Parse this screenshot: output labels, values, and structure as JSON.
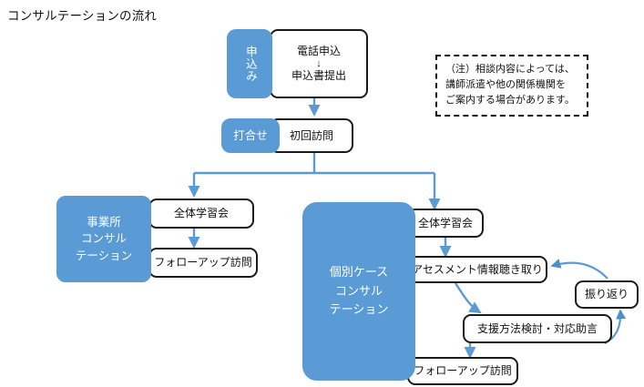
{
  "page": {
    "title": "コンサルテーションの流れ",
    "accent_blue": "#5B9BD5",
    "line_blue": "#5B9BD5",
    "box_border": "#1a1a1a"
  },
  "flow": {
    "application": {
      "tab_label": "申込み",
      "step_line1": "電話申込",
      "step_arrow": "↓",
      "step_line2": "申込書提出"
    },
    "meeting": {
      "tab_label": "打合せ",
      "step_label": "初回訪問"
    },
    "note": {
      "line1": "（注）相談内容によっては、",
      "line2": "講師派遣や他の関係機関を",
      "line3": "ご案内する場合があります。"
    },
    "branch_office": {
      "tab_line1": "事業所",
      "tab_line2": "コンサル",
      "tab_line3": "テーション",
      "steps": [
        {
          "label": "全体学習会"
        },
        {
          "label": "フォローアップ訪問"
        }
      ]
    },
    "branch_case": {
      "tab_line1": "個別ケース",
      "tab_line2": "コンサル",
      "tab_line3": "テーション",
      "steps": [
        {
          "label": "全体学習会"
        },
        {
          "label": "アセスメント情報聴き取り"
        },
        {
          "label": "支援方法検討・対応助言"
        },
        {
          "label": "振り返り"
        },
        {
          "label": "フォローアップ訪問"
        }
      ]
    }
  }
}
